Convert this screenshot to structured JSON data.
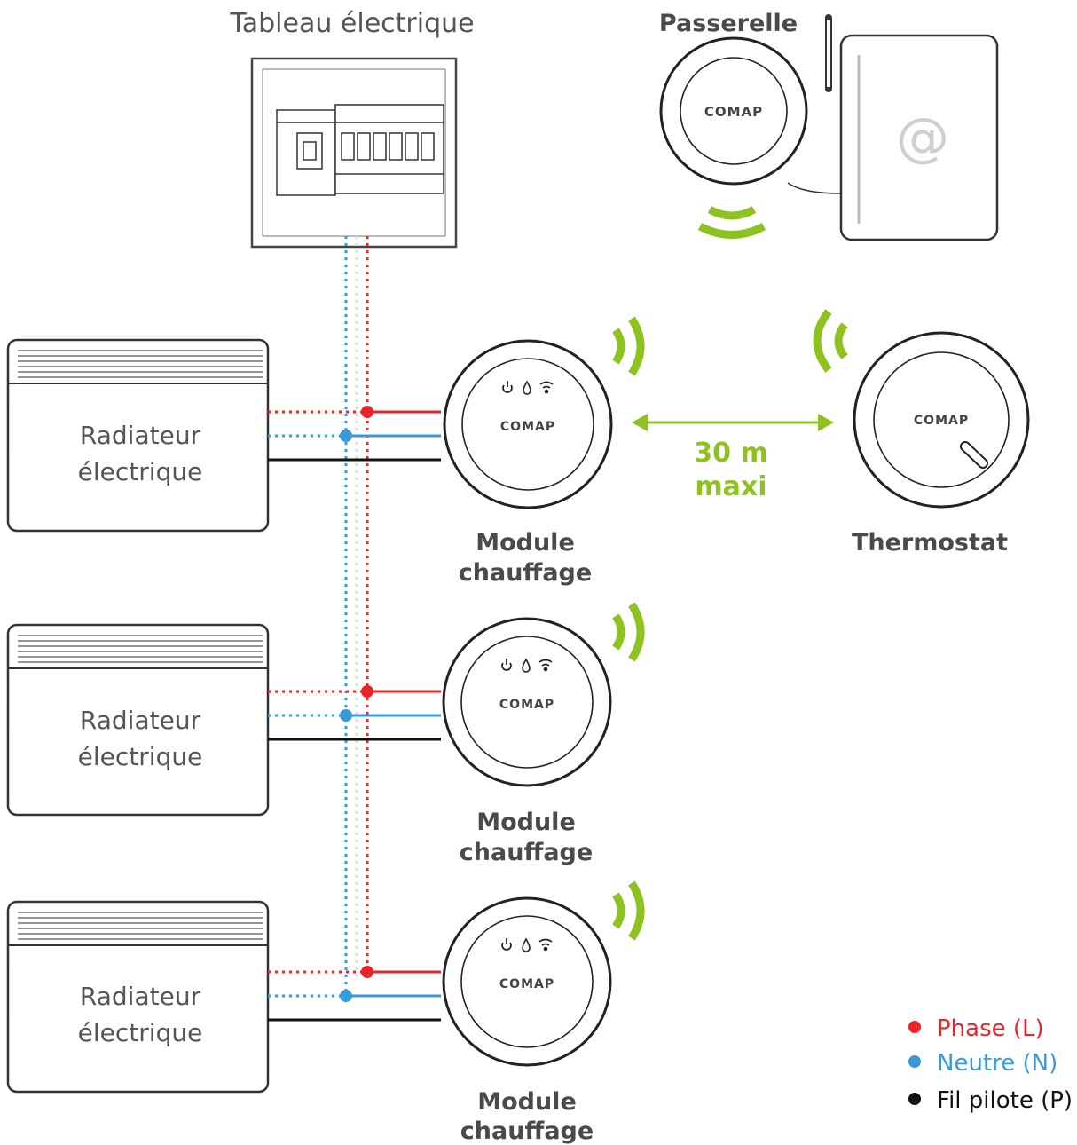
{
  "labels": {
    "panel": "Tableau électrique",
    "gateway": "Passerelle",
    "gateway_brand": "COMAP",
    "router_symbol": "@",
    "radiator_line1": "Radiateur",
    "radiator_line2": "électrique",
    "module_line1": "Module",
    "module_line2": "chauffage",
    "module_brand": "COMAP",
    "thermostat": "Thermostat",
    "thermostat_brand": "COMAP",
    "range_line1": "30 m",
    "range_line2": "maxi"
  },
  "legend": [
    {
      "label": "Phase (L)",
      "color": "#e8262a"
    },
    {
      "label": "Neutre (N)",
      "color": "#3a9ad9"
    },
    {
      "label": "Fil pilote (P)",
      "color": "#111111"
    }
  ],
  "colors": {
    "phase": "#e8262a",
    "neutre": "#3a9ad9",
    "pilot": "#111111",
    "wireless": "#8dc21f"
  },
  "icons": {
    "module_status": [
      "power-icon",
      "drop-icon",
      "wifi-icon"
    ],
    "wireless": "wireless-signal-icon"
  }
}
